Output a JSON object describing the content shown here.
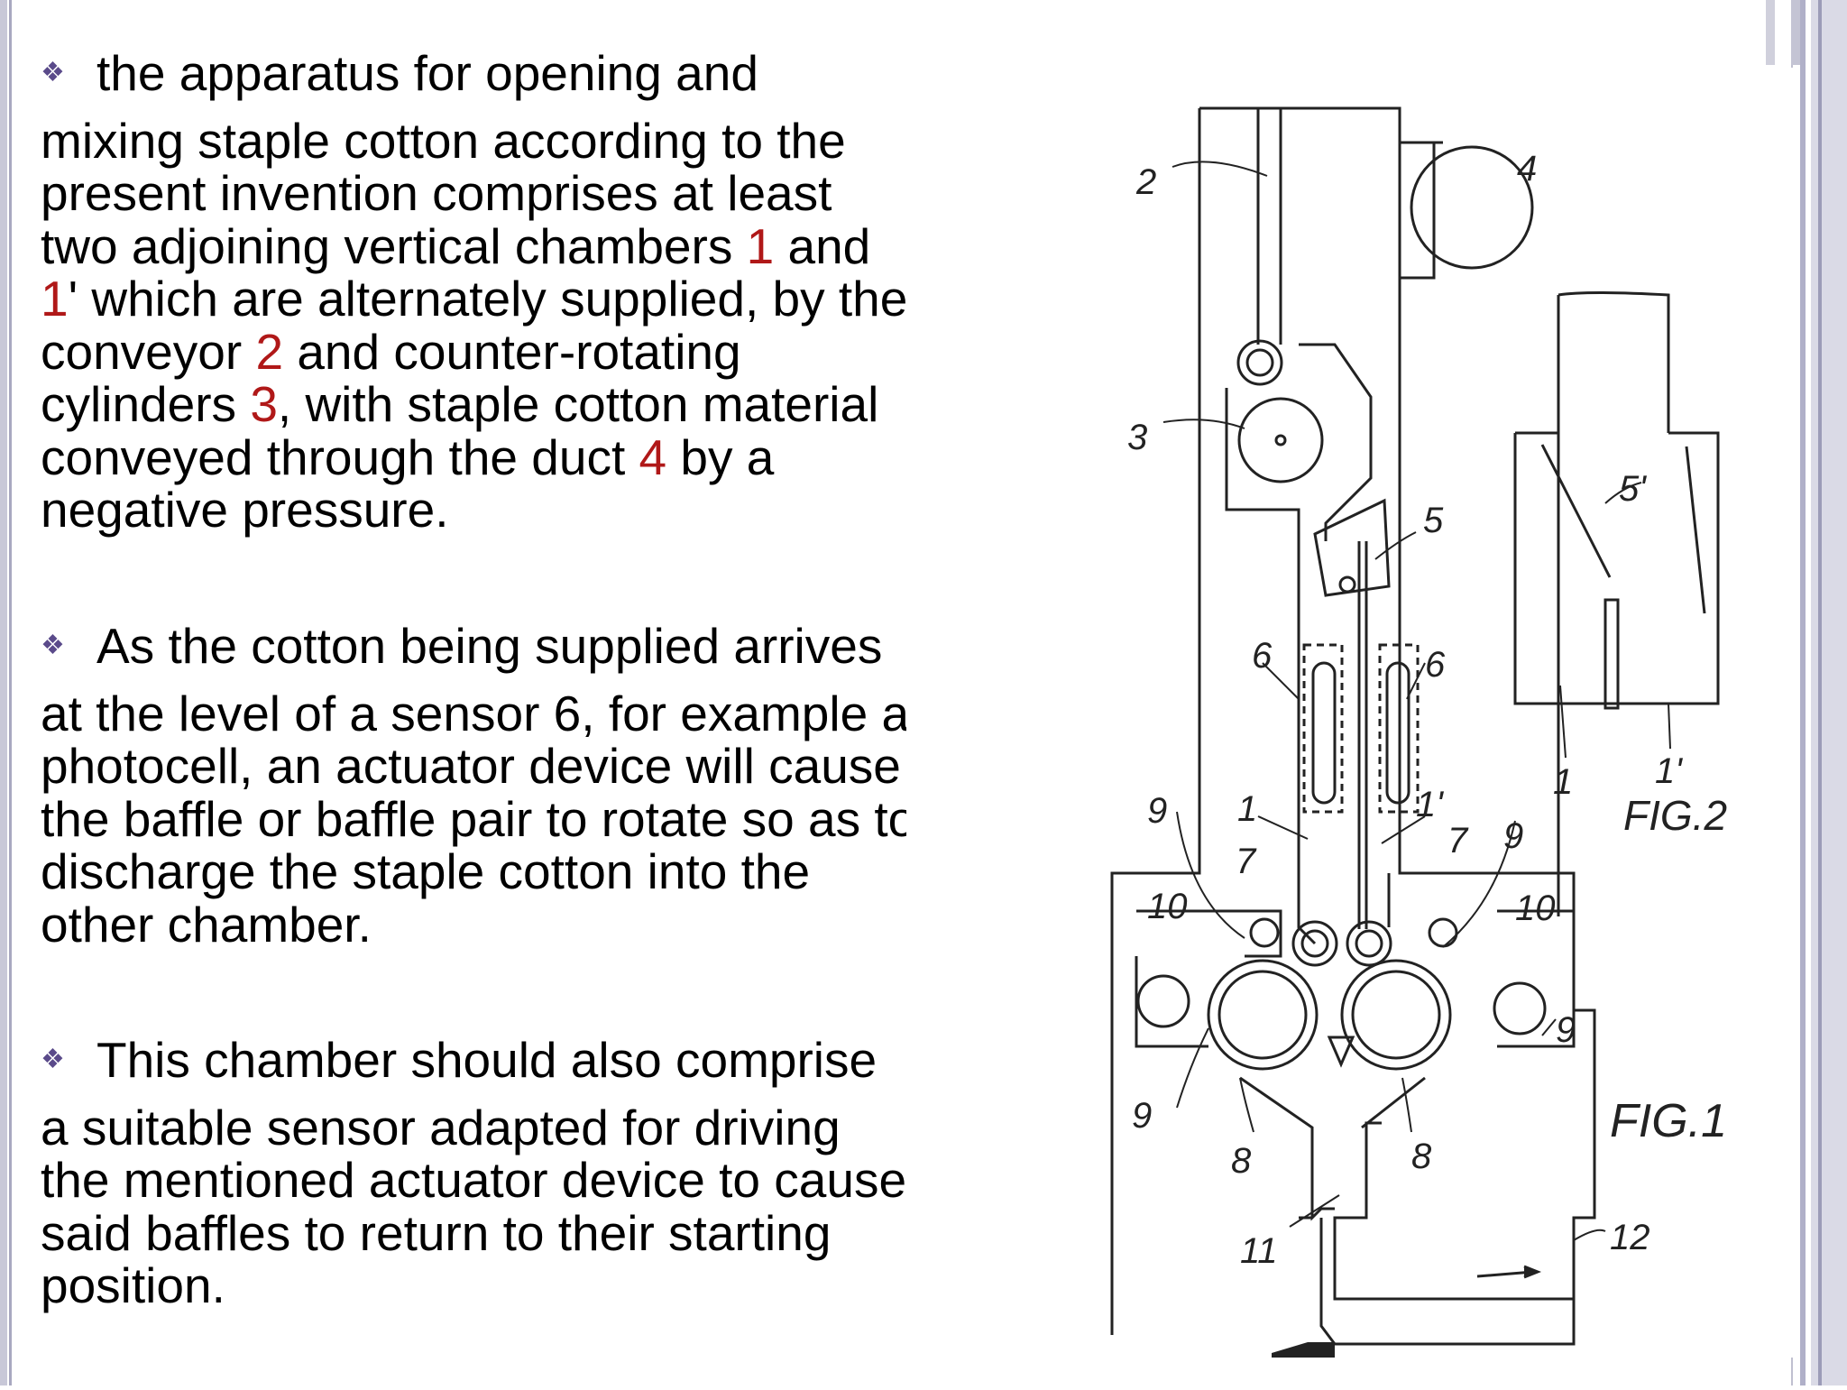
{
  "paragraphs": [
    {
      "lead": "the apparatus for opening and",
      "body": [
        {
          "t": "mixing staple cotton according to the"
        },
        {
          "t": "present invention comprises at least"
        },
        {
          "t": "two adjoining vertical chambers ",
          "h": "1",
          "a": " and"
        },
        {
          "h": "1",
          "t2": "' which are alternately supplied, by the"
        },
        {
          "t": "conveyor ",
          "h": "2",
          "a": " and counter-rotating"
        },
        {
          "t": "cylinders ",
          "h": "3",
          "a": ", with staple cotton material"
        },
        {
          "t": "conveyed through the duct ",
          "h": "4",
          "a": " by a"
        },
        {
          "t": "negative pressure."
        }
      ]
    },
    {
      "lead": "As the cotton being supplied arrives",
      "body": [
        "at the level of a sensor 6, for example a",
        "photocell, an actuator device will cause",
        "the baffle or baffle pair to rotate so as to",
        "discharge the staple cotton into the",
        "other chamber."
      ]
    },
    {
      "lead": "This chamber should also comprise",
      "body": [
        "a suitable sensor adapted for driving",
        "the mentioned actuator device to cause",
        "said baffles to return to their starting",
        "position."
      ]
    }
  ],
  "bullet_icon": "diamond-cluster-icon",
  "figure": {
    "labels_fig1": [
      "2",
      "4",
      "3",
      "5",
      "6",
      "6",
      "1",
      "1'",
      "7",
      "7",
      "9",
      "9",
      "10",
      "10",
      "9",
      "9",
      "8",
      "8",
      "11",
      "12"
    ],
    "labels_fig2": [
      "5'",
      "1",
      "1'"
    ],
    "fig1_caption": "FIG.1",
    "fig2_caption": "FIG.2"
  },
  "colors": {
    "highlight": "#b01818",
    "bullet": "#5a4a8a",
    "border": "#c8c8d8"
  }
}
